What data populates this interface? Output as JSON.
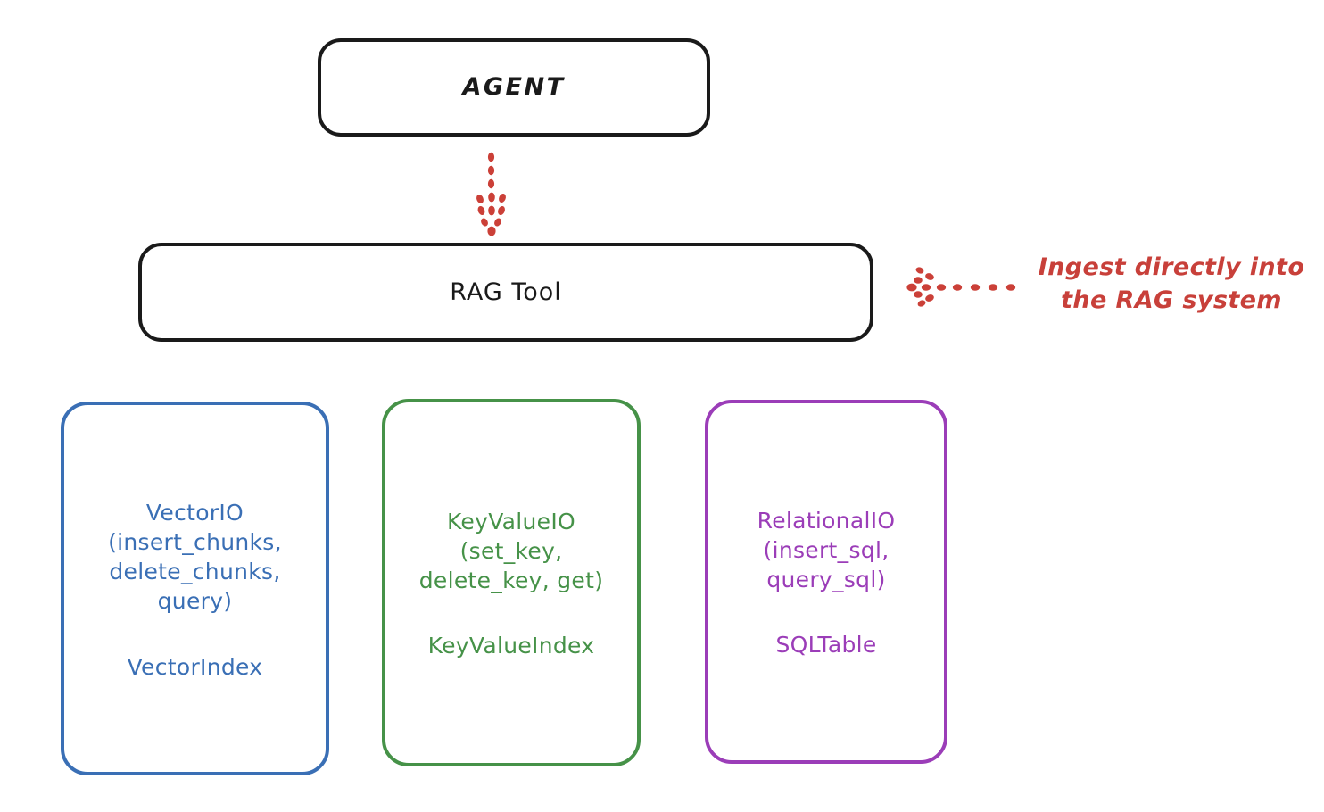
{
  "diagram": {
    "title_node": {
      "label": "AGENT"
    },
    "tool_node": {
      "label": "RAG Tool"
    },
    "annotation": {
      "text": "Ingest directly into\nthe RAG system"
    },
    "providers": [
      {
        "id": "vector-io",
        "title": "VectorIO\n(insert_chunks,\ndelete_chunks,\nquery)",
        "subtitle": "VectorIndex",
        "color": "#3a6fb5"
      },
      {
        "id": "key-value-io",
        "title": "KeyValueIO\n(set_key,\ndelete_key, get)",
        "subtitle": "KeyValueIndex",
        "color": "#469248"
      },
      {
        "id": "relational-io",
        "title": "RelationalIO\n(insert_sql,\nquery_sql)",
        "subtitle": "SQLTable",
        "color": "#9b3db8"
      }
    ],
    "colors": {
      "node_border": "#1a1a1a",
      "annotation": "#c8403a",
      "arrow": "#cb4038",
      "background": "#ffffff"
    }
  }
}
